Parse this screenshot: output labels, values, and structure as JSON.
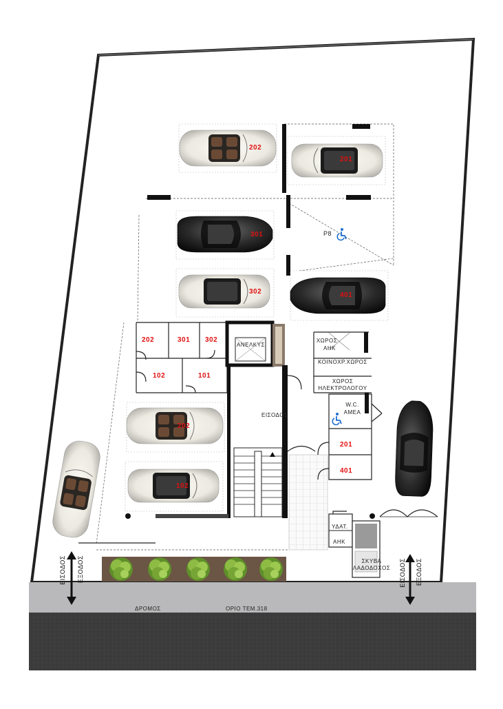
{
  "plan": {
    "units": {
      "u202a": "202",
      "u301a": "301",
      "u302a": "302",
      "u102": "102",
      "u101": "101",
      "u201a": "201",
      "u401a": "401"
    },
    "rooms": {
      "elevator": "ΑΝΕΛΚΥΣ",
      "meter_room_line1": "ΧΩΡΟΣ",
      "meter_room_line2": "ΑΗΚ",
      "common_room": "ΚΟΙΝΟΧΡ.ΧΩΡΟΣ",
      "electrician_line1": "ΧΩΡΟΣ",
      "electrician_line2": "ΗΛΕΚΤΡΟΛΟΓΟΥ",
      "wc_line1": "W.C.",
      "wc_line2": "ΑΜΕΑ",
      "entrance": "ΕΙΣΟΔΟΣ",
      "water": "ΥΔΑΤ.",
      "electric": "ΑΗΚ",
      "bin_line1": "ΣΚΥΒΑ",
      "bin_line2": "ΛΑΔΟΔΟΧΟΣ"
    },
    "parking": {
      "p202": "202",
      "p201": "201",
      "p301": "301",
      "p302": "302",
      "p401": "401",
      "p202b": "202",
      "p102b": "102",
      "p_accessible": "P8"
    },
    "street": {
      "road": "ΔΡΟΜΟΣ",
      "boundary": "ΟΡΙΟ ΤΕΜ.318",
      "entry": "ΕΙΣΟΔΟΣ",
      "exit": "ΕΞΟΔΟΣ"
    },
    "colors": {
      "road": "#3a3a3a",
      "sidewalk": "#b9b9bb",
      "planter": "#6b5545",
      "plant": "#7fae3a",
      "unit_label": "#e01010",
      "wheelchair": "#1f6fd1"
    }
  }
}
